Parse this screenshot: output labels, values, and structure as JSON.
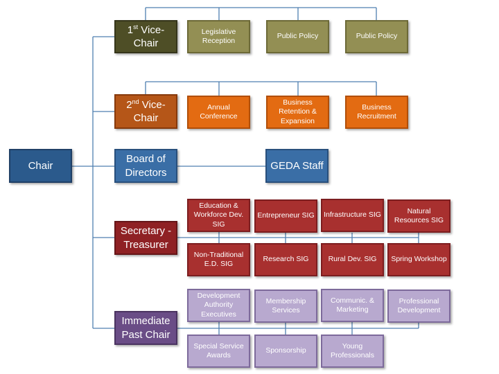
{
  "chair": "Chair",
  "vice1": {
    "label_pre": "1",
    "label_sup": "st",
    "label_post": " Vice-Chair",
    "children": [
      "Legislative Reception",
      "Public Policy",
      "Public Policy"
    ]
  },
  "vice2": {
    "label_pre": "2",
    "label_sup": "nd",
    "label_post": " Vice-Chair",
    "children": [
      "Annual Conference",
      "Business Retention & Expansion",
      "Business Recruitment"
    ]
  },
  "board": {
    "label": "Board of Directors",
    "staff": "GEDA Staff"
  },
  "secretary": {
    "label": "Secretary - Treasurer",
    "row1": [
      "Education & Workforce Dev.  SIG",
      "Entrepreneur SIG",
      "Infrastructure SIG",
      "Natural Resources SIG"
    ],
    "row2": [
      "Non-Traditional E.D. SIG",
      "Research SIG",
      "Rural Dev. SIG",
      "Spring Workshop"
    ]
  },
  "past_chair": {
    "label": "Immediate Past Chair",
    "row1": [
      "Development Authority Executives",
      "Membership Services",
      "Communic. & Marketing",
      "Professional Development"
    ],
    "row2": [
      "Special Service Awards",
      "Sponsorship",
      "Young Professionals"
    ]
  },
  "colors": {
    "connector": "#4f7fb0"
  }
}
